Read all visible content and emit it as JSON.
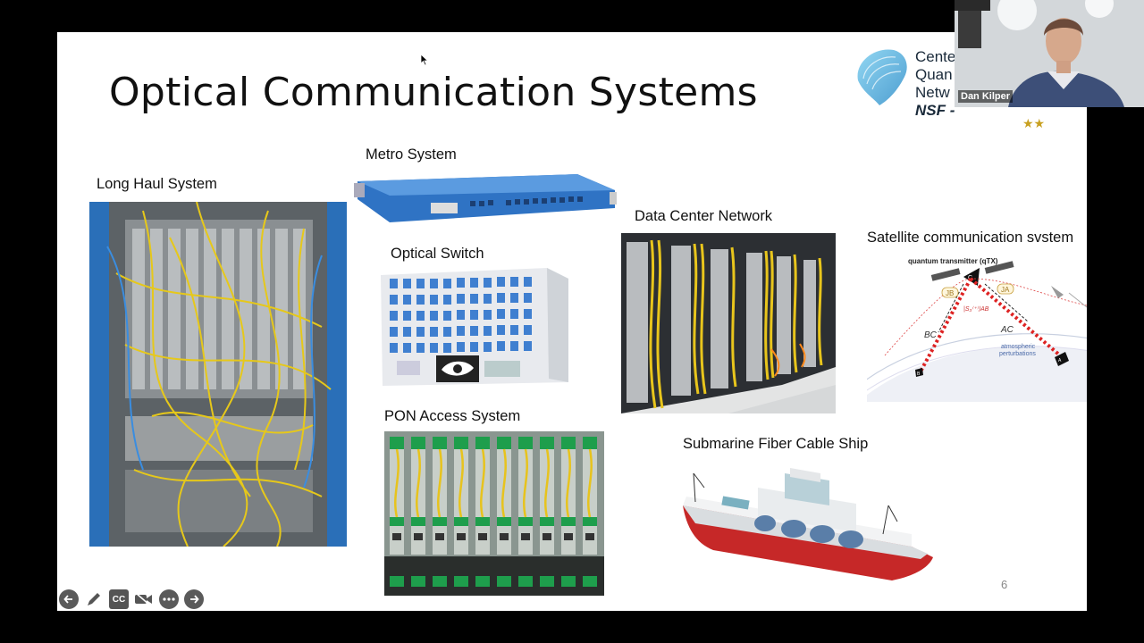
{
  "slide": {
    "title": "Optical Communication Systems",
    "page_number": "6",
    "logo": {
      "line1": "Cente",
      "line2": "Quan",
      "line3": "Netw",
      "line4": "NSF -"
    },
    "sections": {
      "long_haul": "Long Haul System",
      "metro": "Metro System",
      "optical_switch": "Optical Switch",
      "pon": "PON Access System",
      "data_center": "Data Center Network",
      "satellite": "Satellite communication svstem",
      "submarine": "Submarine Fiber Cable Ship"
    },
    "satellite_diagram": {
      "transmitter": "quantum transmitter (qTX)",
      "jb": "JB",
      "ja": "JA",
      "bc": "BC",
      "ac": "AC",
      "sab": "|S₃⁽⁺⁾⟩AB",
      "atmo1": "atmospheric",
      "atmo2": "perturbations",
      "node_c": "C",
      "node_a": "A",
      "node_b": "B"
    }
  },
  "toolbar": {
    "back_icon": "arrow-left-icon",
    "pen_icon": "pen-icon",
    "cc_label": "CC",
    "camera_icon": "camera-off-icon",
    "more_icon": "more-icon",
    "forward_icon": "arrow-right-icon"
  },
  "video": {
    "participant_name": "Dan Kilper"
  }
}
